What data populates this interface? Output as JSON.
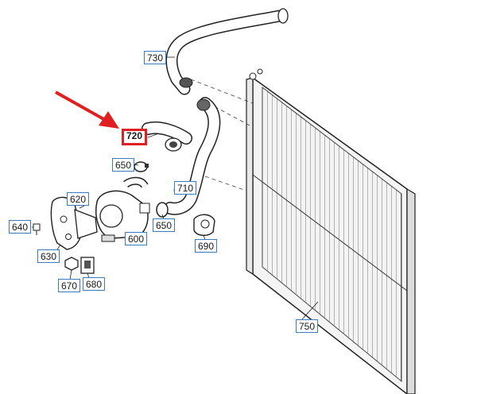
{
  "diagram": {
    "highlighted_part": "720",
    "highlight_color": "#e02020",
    "callout_border_color": "#3b7bbf",
    "arrow_color": "#e02020",
    "callouts": {
      "730": "730",
      "720": "720",
      "650_top": "650",
      "710": "710",
      "620": "620",
      "640": "640",
      "650_mid": "650",
      "600": "600",
      "690": "690",
      "630": "630",
      "670": "670",
      "680": "680",
      "750": "750"
    }
  }
}
